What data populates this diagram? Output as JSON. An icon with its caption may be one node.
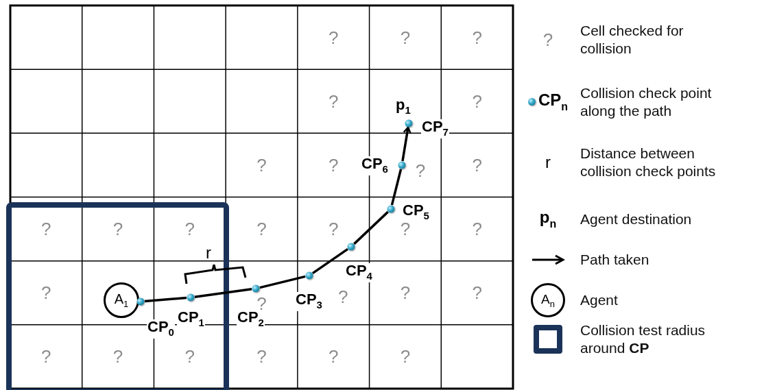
{
  "diagram": {
    "nodes": [
      {
        "text": [
          "A$_{1}$"
        ]
      },
      {
        "text": [],
        "shape": "circle",
        "beside": [
          "CP$_{0}$"
        ]
      },
      {
        "text": [],
        "shape": "circle",
        "beside": [
          "CP$_{1}$"
        ]
      },
      {
        "text": [],
        "shape": "circle",
        "beside": [
          "CP$_{2}$"
        ]
      },
      {
        "text": [],
        "shape": "circle",
        "beside": [
          "CP$_{3}$"
        ]
      },
      {
        "text": [],
        "shape": "circle",
        "beside": [
          "CP$_{4}$"
        ]
      },
      {
        "text": [],
        "shape": "circle",
        "beside": [
          "CP$_{5}$"
        ]
      },
      {
        "text": [],
        "shape": "circle",
        "beside": [
          "CP$_{6}$"
        ]
      },
      {
        "text": [],
        "shape": "circle",
        "beside": [
          "p$_{1}$",
          "CP$_{7}$"
        ]
      }
    ],
    "edges": [
      {
        "from": 1,
        "to": 2,
        "arrow": "none"
      },
      {
        "from": 2,
        "to": 3,
        "arrow": "none"
      },
      {
        "from": 3,
        "to": 4,
        "arrow": "none"
      },
      {
        "from": 4,
        "to": 5,
        "arrow": "none"
      },
      {
        "from": 5,
        "to": 6,
        "arrow": "none"
      },
      {
        "from": 6,
        "to": 7,
        "arrow": "none"
      },
      {
        "from": 7,
        "to": 8,
        "arrow": "to"
      }
    ],
    "labels": [
      "?",
      "?",
      "?",
      "?",
      "?",
      "?",
      "?",
      "?",
      "?",
      "?",
      "?",
      "?",
      "?",
      "?",
      "?",
      "?",
      "?",
      "?",
      "?",
      "?",
      "?",
      "?",
      "?",
      "?",
      "?",
      "?",
      "?",
      "r",
      "?",
      "CP$_{n}$",
      "r",
      "p$_{n}$",
      "A$_{n}$"
    ],
    "legend": [
      {
        "text": "Cell checked for collision"
      },
      {
        "text": "Collision check point along the path"
      },
      {
        "text": "Distance between collision check points"
      },
      {
        "text": "Agent destination"
      },
      {
        "text": "Path taken"
      },
      {
        "text": "Agent"
      },
      {
        "text": "Collision test radius around **CP**"
      }
    ]
  }
}
